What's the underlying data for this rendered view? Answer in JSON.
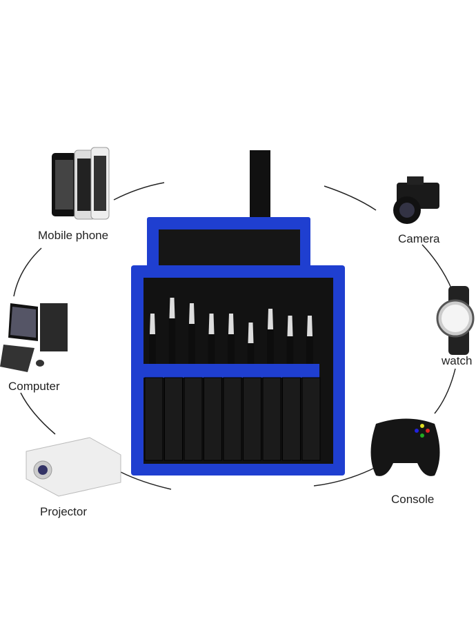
{
  "labels": {
    "mobile_phone": "Mobile phone",
    "camera": "Camera",
    "watch": "watch",
    "computer": "Computer",
    "console": "Console",
    "projector": "Projector"
  },
  "colors": {
    "pouch_blue": "#1f3fd0",
    "pouch_black": "#111111"
  },
  "tweezer_count": 9
}
